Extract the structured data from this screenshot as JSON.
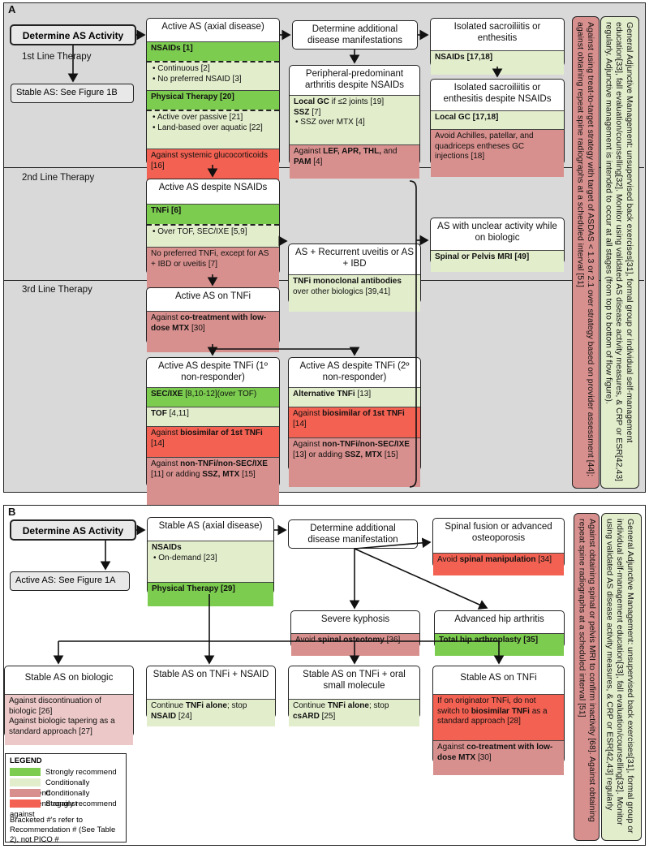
{
  "panelA": {
    "tag": "A",
    "bands": [
      "1st Line Therapy",
      "2nd  Line Therapy",
      "3rd Line Therapy"
    ],
    "determine": "Determine AS Activity",
    "stable": "Stable AS: See Figure 1B",
    "active_axial": {
      "title": "Active AS (axial disease)",
      "nsaids": "NSAIDs [1]",
      "nsaid_bullets": [
        "Continuous [2]",
        "No preferred NSAID [3]"
      ],
      "pt": "Physical Therapy [20]",
      "pt_bullets": [
        "Active over passive [21]",
        "Land-based over aquatic [22]"
      ],
      "against": "Against systemic glucocorticoids [16]"
    },
    "determine_manifest": "Determine additional disease manifestations",
    "peripheral": {
      "title": "Peripheral-predominant arthritis despite NSAIDs",
      "gc": "Local GC",
      "gc_rest": " if ≤2 joints [19]",
      "ssz": "SSZ",
      "ssz_rest": " [7]",
      "bullet": "SSZ over MTX [4]",
      "against_pre": "Against ",
      "against_bold": "LEF, APR, THL,",
      "against_mid": " and ",
      "against_bold2": "PAM",
      "against_post": " [4]"
    },
    "isolated1": {
      "title": "Isolated sacroiliitis or enthesitis",
      "nsaids": "NSAIDs [17,18]"
    },
    "isolated2": {
      "title": "Isolated sacroiliitis or enthesitis despite NSAIDs",
      "gc": "Local GC [17,18]",
      "avoid": "Avoid Achilles, patellar, and quadriceps entheses GC injections [18]"
    },
    "despite_nsaids": {
      "title": "Active AS despite NSAIDs",
      "tnfi": "TNFi [6]",
      "bullet": "Over TOF, SEC/IXE [5,9]",
      "no_pref": "No preferred TNFi, except for AS + IBD or uveitis [7]"
    },
    "uveitis": {
      "title": "AS + Recurrent uveitis or AS + IBD",
      "body_bold": "TNFi monoclonal antibodies",
      "body_rest": " over other biologics [39,41]"
    },
    "unclear": {
      "title": "AS with unclear activity while on biologic",
      "mri": "Spinal or Pelvis MRI [49]"
    },
    "on_tnfi": {
      "title": "Active AS on TNFi",
      "against_pre": "Against ",
      "against_bold": "co-treatment with low-dose MTX",
      "against_post": " [30]"
    },
    "nonresp1": {
      "title": "Active AS despite TNFi (1º non-responder)",
      "sec": "SEC/IXE",
      "sec_rest": " [8,10-12](over TOF)",
      "tof": "TOF",
      "tof_rest": " [4,11]",
      "bios_pre": "Against ",
      "bios_bold": "biosimilar of 1st TNFi",
      "bios_post": " [14]",
      "non_pre": "Against ",
      "non_bold": "non-TNFi/non-SEC/IXE",
      "non_mid": " [11] or adding ",
      "non_bold2": "SSZ, MTX",
      "non_post": " [15]"
    },
    "nonresp2": {
      "title": "Active AS despite TNFi (2º non-responder)",
      "alt": "Alternative TNFi",
      "alt_rest": " [13]",
      "bios_pre": "Against ",
      "bios_bold": "biosimilar of 1st TNFi",
      "bios_post": " [14]",
      "non_pre": "Against ",
      "non_bold": "non-TNFi/non-SEC/IXE",
      "non_mid": " [13] or adding ",
      "non_bold2": "SSZ, MTX",
      "non_post": " [15]"
    },
    "adjunct_green": "General Adjunctive Management: unsupervised back exercises[31], formal group or individual self-management education[33], fall evaluation/counselling[32]. Monitor using validated AS disease activity measures, & CRP or ESR[42,43] regularly. Adjunctive management is intended to occur at all stages (from top to bottom of flow figure).",
    "adjunct_pink": "Against using treat-to-target strategy with target of ASDAS < 1.3 or 2.1 over strategy based on provider assessment [44]; against obtaining repeat spine radiographs at a scheduled interval [51]"
  },
  "panelB": {
    "tag": "B",
    "determine": "Determine AS Activity",
    "active": "Active AS: See Figure 1A",
    "stable_axial": {
      "title": "Stable AS (axial disease)",
      "nsaids": "NSAIDs",
      "bullet": "On-demand [23]",
      "pt": "Physical Therapy [29]"
    },
    "determine_manifest": "Determine additional disease manifestation",
    "fusion": {
      "title": "Spinal fusion or advanced osteoporosis",
      "pre": "Avoid ",
      "bold": "spinal manipulation",
      "post": " [34]"
    },
    "kyphosis": {
      "title": "Severe kyphosis",
      "pre": "Avoid ",
      "bold": "spinal osteotomy",
      "post": " [36]"
    },
    "hip": {
      "title": "Advanced hip arthritis",
      "body": "Total hip arthroplasty [35]"
    },
    "biologic": {
      "title": "Stable AS on biologic",
      "a1": "Against discontinuation of biologic [26]",
      "a2": "Against biologic tapering as a standard approach [27]"
    },
    "tnfi_nsaid": {
      "title": "Stable AS on TNFi + NSAID",
      "pre": "Continue ",
      "bold": "TNFi alone",
      "mid": "; stop ",
      "bold2": "NSAID",
      "post": " [24]"
    },
    "tnfi_oral": {
      "title": "Stable AS on TNFi + oral small molecule",
      "pre": "Continue ",
      "bold": "TNFi alone",
      "mid": "; stop ",
      "bold2": "csARD",
      "post": " [25]"
    },
    "tnfi": {
      "title": "Stable AS on TNFi",
      "r1_pre": "If on originator TNFi, do not switch to ",
      "r1_bold": "biosimilar TNFi",
      "r1_post": " as a standard approach [28]",
      "r2_pre": "Against ",
      "r2_bold": "co-treatment with low-dose MTX",
      "r2_post": " [30]"
    },
    "adjunct_green": "General Adjunctive Management: unsupervised back exercises[31], formal group or individual self-management education[33], fall evaluation/counselling[32]. Monitor using validated AS disease activity measures, & CRP or ESR[42,43] regularly",
    "adjunct_pink": "Against obtaining spinal or pelvis MRI to confirm inactivity [68]. Against obtaining repeat spine radiographs at a scheduled interval [51]"
  },
  "legend": {
    "title": "LEGEND",
    "items": [
      "Strongly recommend",
      "Conditionally recommend",
      "Conditionally recommend against",
      "Strongly recommend against"
    ],
    "colors": [
      "#7ccc4f",
      "#e2edcc",
      "#d8908e",
      "#f26152"
    ],
    "note": "Bracketed #'s refer to Recommendation # (See Table 2), not PICO #"
  }
}
